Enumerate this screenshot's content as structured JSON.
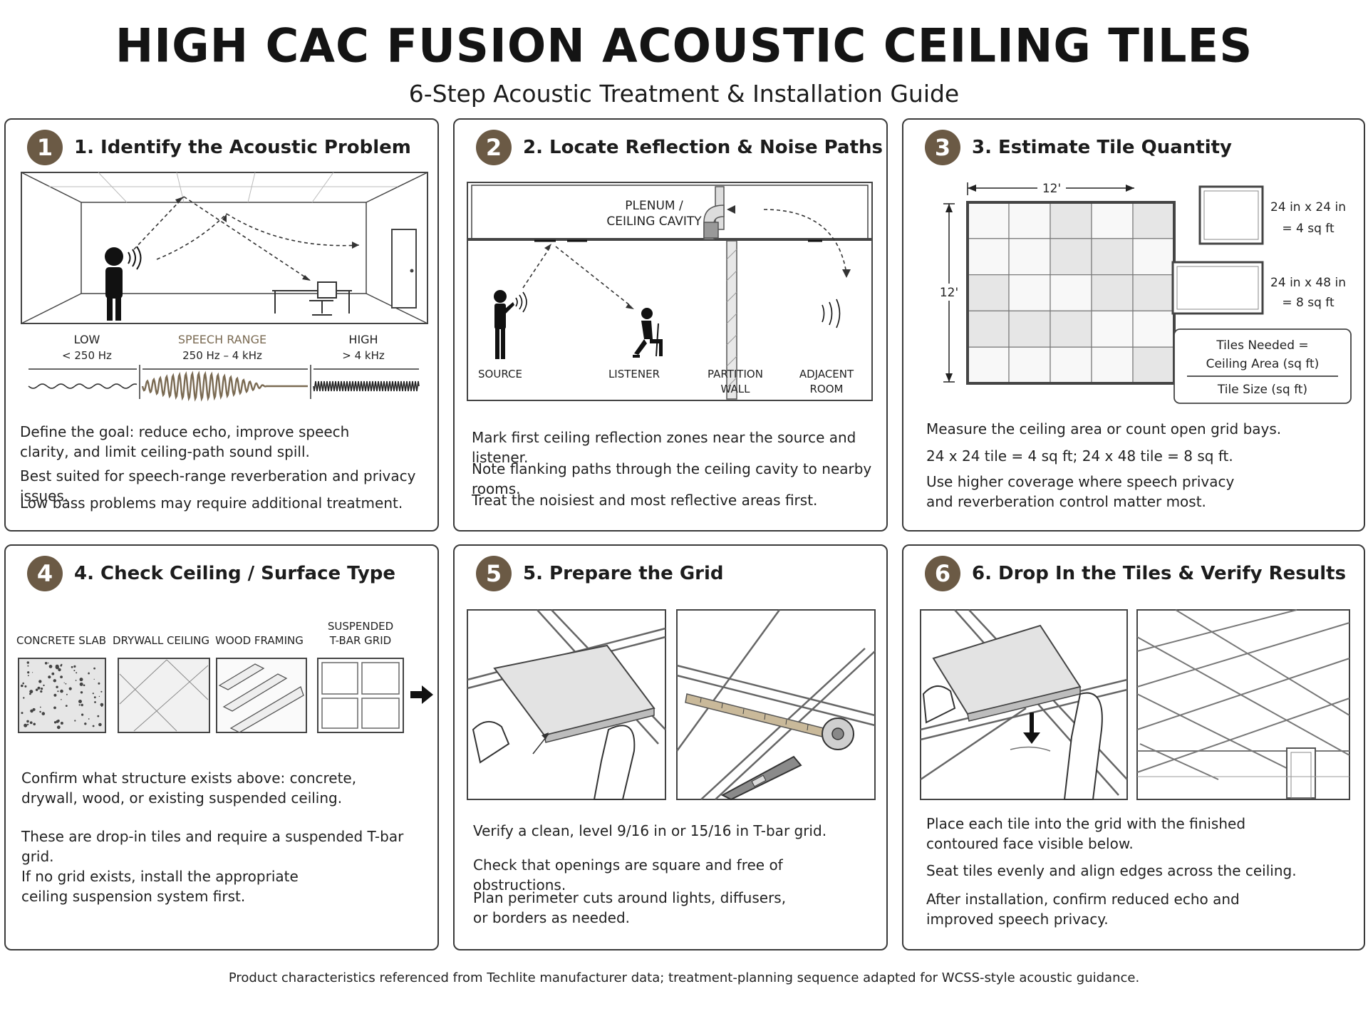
{
  "header": {
    "title": "HIGH CAC FUSION ACOUSTIC CEILING TILES",
    "subtitle": "6-Step Acoustic Treatment & Installation Guide"
  },
  "colors": {
    "accent": "#6b5a45",
    "speech_wave": "#7a6a52",
    "border": "#3a3a3a"
  },
  "steps": [
    {
      "number": "1",
      "title": "1. Identify the Acoustic Problem",
      "bands": [
        {
          "name": "LOW",
          "range": "< 250 Hz"
        },
        {
          "name": "SPEECH RANGE",
          "range": "250 Hz – 4 kHz"
        },
        {
          "name": "HIGH",
          "range": "> 4 kHz"
        }
      ],
      "text": [
        "Define the goal: reduce echo, improve speech clarity, and limit ceiling-path sound spill.",
        "Best suited for speech-range reverberation and privacy issues.",
        "Low bass problems may require additional treatment."
      ]
    },
    {
      "number": "2",
      "title": "2. Locate Reflection & Noise Paths",
      "labels": {
        "plenum": [
          "PLENUM /",
          "CEILING CAVITY"
        ],
        "source": "SOURCE",
        "listener": "LISTENER",
        "partition": [
          "PARTITION",
          "WALL"
        ],
        "adjacent": [
          "ADJACENT",
          "ROOM"
        ]
      },
      "text": [
        "Mark first ceiling reflection zones near the source and listener.",
        "Note flanking paths through the ceiling cavity to nearby rooms.",
        "Treat the noisiest and most reflective areas first."
      ]
    },
    {
      "number": "3",
      "title": "3. Estimate Tile Quantity",
      "dim_width": "12'",
      "dim_height": "12'",
      "tile_a": [
        "24 in x 24 in",
        "= 4 sq ft"
      ],
      "tile_b": [
        "24 in x 48 in",
        "= 8 sq ft"
      ],
      "formula": [
        "Tiles Needed =",
        "Ceiling Area (sq ft)",
        "Tile Size (sq ft)"
      ],
      "text": [
        "Measure the ceiling area or count open grid bays.",
        "24 x 24 tile = 4 sq ft; 24 x 48 tile = 8 sq ft.",
        "Use higher coverage where speech privacy and reverberation control matter most."
      ]
    },
    {
      "number": "4",
      "title": "4. Check Ceiling / Surface Type",
      "surfaces": [
        "CONCRETE SLAB",
        "DRYWALL CEILING",
        "WOOD FRAMING",
        "SUSPENDED",
        "T-BAR GRID"
      ],
      "text": [
        "Confirm what structure exists above: concrete, drywall, wood, or existing suspended ceiling.",
        "These are drop-in tiles and require a suspended T-bar grid.",
        "If no grid exists, install the appropriate ceiling suspension system first."
      ]
    },
    {
      "number": "5",
      "title": "5. Prepare the Grid",
      "text": [
        "Verify a clean, level 9/16 in or 15/16 in T-bar grid.",
        "Check that openings are square and free of obstructions.",
        "Plan perimeter cuts around lights, diffusers, or borders as needed."
      ]
    },
    {
      "number": "6",
      "title": "6. Drop In the Tiles & Verify Results",
      "text": [
        "Place each tile into the grid with the finished contoured face visible below.",
        "Seat tiles evenly and align edges across the ceiling.",
        "After installation, confirm reduced echo and improved speech privacy."
      ]
    }
  ],
  "footer": "Product characteristics referenced from Techlite manufacturer data; treatment-planning sequence adapted for WCSS-style acoustic guidance."
}
